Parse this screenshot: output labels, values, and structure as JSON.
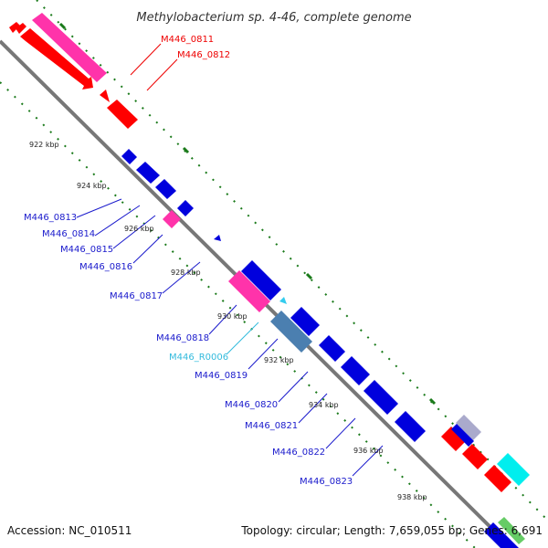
{
  "title": "Methylobacterium sp. 4-46, complete genome",
  "accession": "Accession: NC_010511",
  "topology": "Topology: circular; Length: 7,659,055 bp; Genes: 6,691",
  "colors": {
    "backbone": "#888888",
    "tick": "#1a7a1a",
    "cds_red": "#ff0000",
    "cds_pink": "#ff33aa",
    "cds_blue": "#0000dd",
    "rna_cyan": "#22cccc",
    "steelblue": "#4b7fb0",
    "label_red": "#ee0000",
    "label_blue": "#1a1acc",
    "label_cyan": "#33bbdd"
  },
  "kbp_labels": [
    "922 kbp",
    "924 kbp",
    "926 kbp",
    "928 kbp",
    "930 kbp",
    "932 kbp",
    "934 kbp",
    "936 kbp",
    "938 kbp"
  ],
  "gene_labels": [
    {
      "text": "M446_0811",
      "color": "label_red"
    },
    {
      "text": "M446_0812",
      "color": "label_red"
    },
    {
      "text": "M446_0813",
      "color": "label_blue"
    },
    {
      "text": "M446_0814",
      "color": "label_blue"
    },
    {
      "text": "M446_0815",
      "color": "label_blue"
    },
    {
      "text": "M446_0816",
      "color": "label_blue"
    },
    {
      "text": "M446_0817",
      "color": "label_blue"
    },
    {
      "text": "M446_0818",
      "color": "label_blue"
    },
    {
      "text": "M446_R0006",
      "color": "label_cyan"
    },
    {
      "text": "M446_0819",
      "color": "label_blue"
    },
    {
      "text": "M446_0820",
      "color": "label_blue"
    },
    {
      "text": "M446_0821",
      "color": "label_blue"
    },
    {
      "text": "M446_0822",
      "color": "label_blue"
    },
    {
      "text": "M446_0823",
      "color": "label_blue"
    }
  ]
}
